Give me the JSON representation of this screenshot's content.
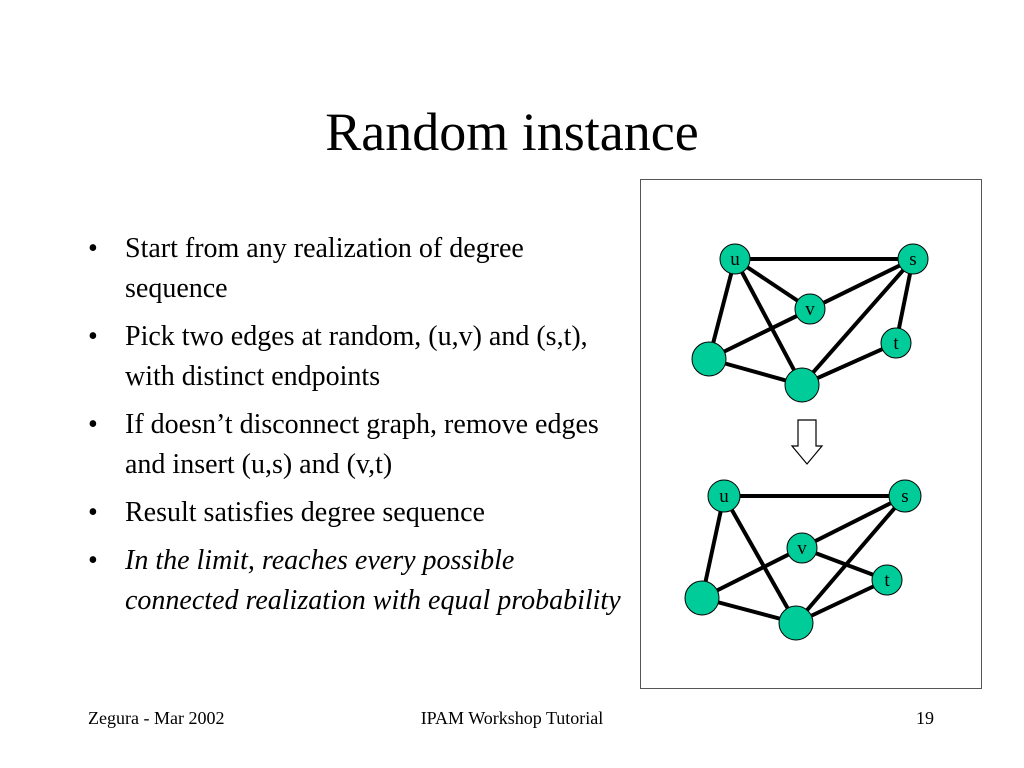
{
  "slide": {
    "title": "Random instance",
    "bullets": [
      {
        "text": "Start from any realization of degree sequence",
        "italic": false
      },
      {
        "text": "Pick two edges at random, (u,v) and (s,t), with distinct endpoints",
        "italic": false
      },
      {
        "text": "If doesn’t disconnect graph, remove edges and insert (u,s) and (v,t)",
        "italic": false
      },
      {
        "text": "Result satisfies degree sequence",
        "italic": false
      },
      {
        "text": "In the limit, reaches every possible connected realization with equal probability",
        "italic": true
      }
    ],
    "bullet_symbol": "•"
  },
  "diagram": {
    "node_color": "#00cc99",
    "edge_color": "#000000",
    "transition_arrow_icon": "down-arrow-outline-icon",
    "top_graph": {
      "nodes": [
        {
          "id": "u",
          "label": "u"
        },
        {
          "id": "s",
          "label": "s"
        },
        {
          "id": "v",
          "label": "v"
        },
        {
          "id": "t",
          "label": "t"
        },
        {
          "id": "a",
          "label": ""
        },
        {
          "id": "b",
          "label": ""
        }
      ],
      "edges": [
        [
          "u",
          "s"
        ],
        [
          "u",
          "v"
        ],
        [
          "u",
          "a"
        ],
        [
          "u",
          "b"
        ],
        [
          "s",
          "a"
        ],
        [
          "s",
          "t"
        ],
        [
          "s",
          "b"
        ],
        [
          "t",
          "b"
        ],
        [
          "a",
          "b"
        ]
      ]
    },
    "bottom_graph": {
      "nodes": [
        {
          "id": "u",
          "label": "u"
        },
        {
          "id": "s",
          "label": "s"
        },
        {
          "id": "v",
          "label": "v"
        },
        {
          "id": "t",
          "label": "t"
        },
        {
          "id": "a",
          "label": ""
        },
        {
          "id": "b",
          "label": ""
        }
      ],
      "edges": [
        [
          "u",
          "s"
        ],
        [
          "u",
          "a"
        ],
        [
          "u",
          "b"
        ],
        [
          "s",
          "a"
        ],
        [
          "s",
          "b"
        ],
        [
          "v",
          "t"
        ],
        [
          "t",
          "b"
        ],
        [
          "a",
          "b"
        ]
      ]
    }
  },
  "footer": {
    "left": "Zegura - Mar 2002",
    "center": "IPAM Workshop Tutorial",
    "right": "19"
  }
}
